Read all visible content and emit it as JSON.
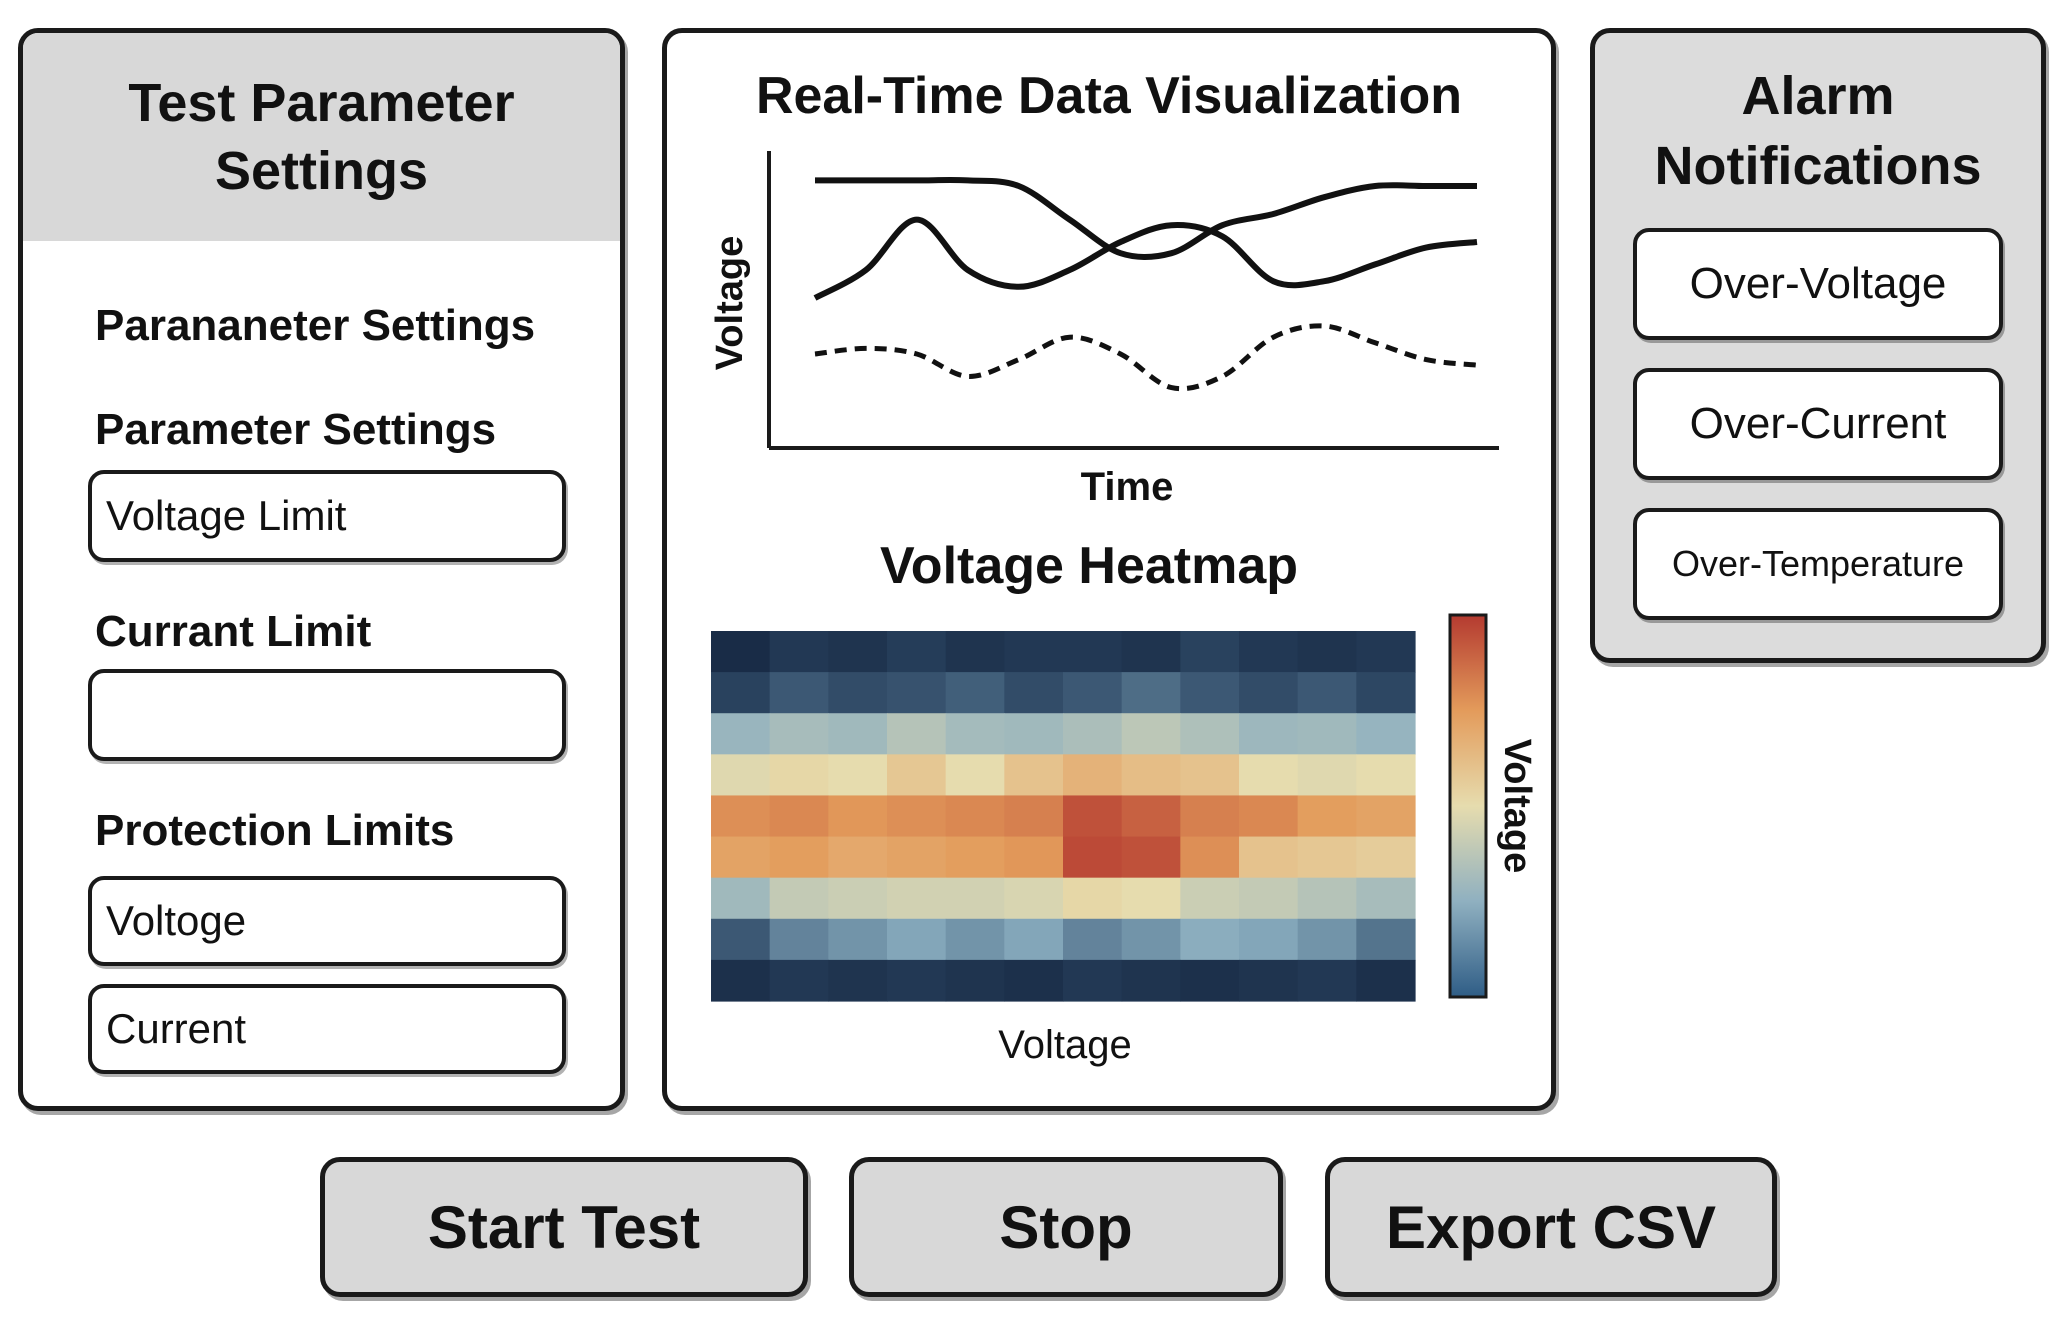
{
  "left_panel": {
    "title_line1": "Test Parameter",
    "title_line2": "Settings",
    "section1_label": "Parananeter Settings",
    "section2_label": "Parameter Settings",
    "voltage_limit_field": "Voltage Limit",
    "current_limit_label": "Currant Limit",
    "current_limit_field": "",
    "protection_label": "Protection Limits",
    "protection_voltage_field": "Voltoge",
    "protection_current_field": "Current"
  },
  "visualization": {
    "title": "Real-Time Data Visualization",
    "line_chart": {
      "xlabel": "Time",
      "ylabel": "Voltage",
      "series": [
        {
          "style": "solid",
          "values": [
            0.92,
            0.92,
            0.92,
            0.92,
            0.9,
            0.78,
            0.66,
            0.66,
            0.76,
            0.8,
            0.86,
            0.9,
            0.9,
            0.9
          ]
        },
        {
          "style": "solid",
          "values": [
            0.5,
            0.6,
            0.78,
            0.6,
            0.54,
            0.6,
            0.7,
            0.76,
            0.72,
            0.56,
            0.56,
            0.62,
            0.68,
            0.7
          ]
        },
        {
          "style": "dashed",
          "values": [
            0.3,
            0.32,
            0.3,
            0.22,
            0.28,
            0.36,
            0.3,
            0.18,
            0.22,
            0.36,
            0.4,
            0.34,
            0.28,
            0.26
          ]
        }
      ]
    },
    "heatmap": {
      "title": "Voltage Heatmap",
      "xlabel": "Voltage",
      "colorbar_label": "Voltage",
      "colormap": [
        "#2f5d86",
        "#8fb0c0",
        "#e6dcae",
        "#e39b5b",
        "#b43a30"
      ],
      "cells": [
        [
          0.03,
          0.06,
          0.05,
          0.07,
          0.05,
          0.06,
          0.06,
          0.05,
          0.08,
          0.06,
          0.05,
          0.06
        ],
        [
          0.08,
          0.12,
          0.1,
          0.11,
          0.13,
          0.1,
          0.12,
          0.15,
          0.12,
          0.1,
          0.12,
          0.09
        ],
        [
          0.28,
          0.32,
          0.3,
          0.36,
          0.31,
          0.3,
          0.33,
          0.38,
          0.34,
          0.29,
          0.3,
          0.27
        ],
        [
          0.48,
          0.52,
          0.5,
          0.58,
          0.5,
          0.6,
          0.66,
          0.62,
          0.6,
          0.5,
          0.48,
          0.5
        ],
        [
          0.78,
          0.8,
          0.76,
          0.78,
          0.8,
          0.82,
          0.94,
          0.9,
          0.82,
          0.8,
          0.74,
          0.72
        ],
        [
          0.72,
          0.74,
          0.7,
          0.72,
          0.74,
          0.76,
          0.96,
          0.94,
          0.78,
          0.6,
          0.58,
          0.56
        ],
        [
          0.3,
          0.4,
          0.42,
          0.44,
          0.44,
          0.46,
          0.52,
          0.5,
          0.42,
          0.4,
          0.36,
          0.32
        ],
        [
          0.12,
          0.18,
          0.2,
          0.22,
          0.2,
          0.22,
          0.18,
          0.2,
          0.24,
          0.22,
          0.2,
          0.16
        ],
        [
          0.04,
          0.06,
          0.05,
          0.06,
          0.05,
          0.04,
          0.06,
          0.05,
          0.04,
          0.05,
          0.06,
          0.04
        ]
      ]
    }
  },
  "alarms": {
    "title_line1": "Alarm",
    "title_line2": "Notifications",
    "items": [
      "Over-Voltage",
      "Over-Current",
      "Over-Temperature"
    ]
  },
  "buttons": {
    "start": "Start Test",
    "stop": "Stop",
    "export": "Export CSV"
  }
}
